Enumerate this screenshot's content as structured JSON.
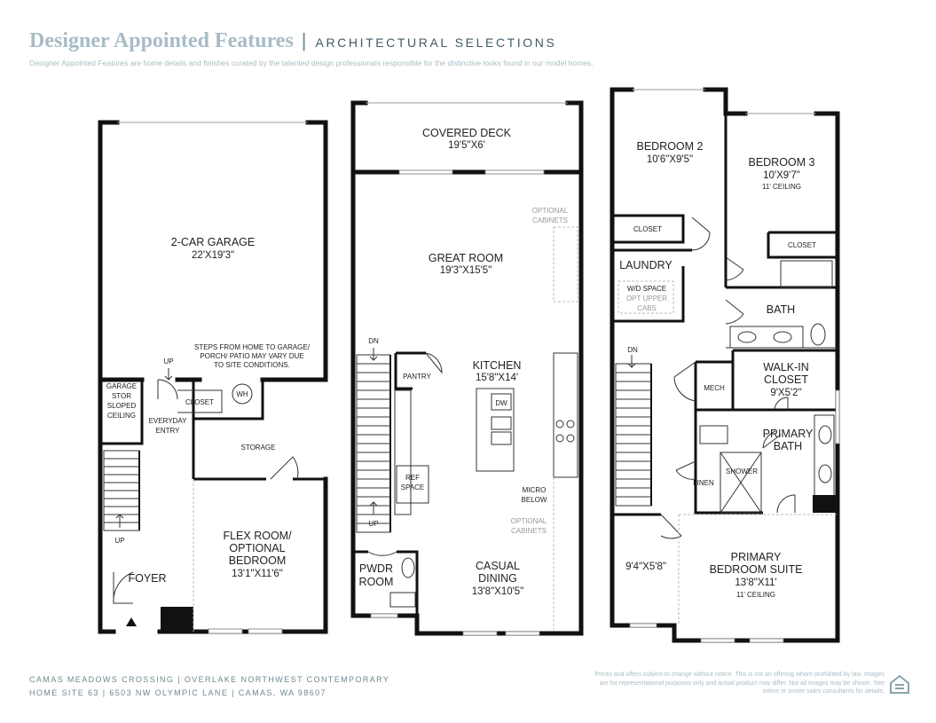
{
  "header": {
    "brand": "Designer Appointed Features",
    "divider": "|",
    "section": "ARCHITECTURAL SELECTIONS",
    "subtitle": "Designer Appointed Features are home details and finishes curated by the talented design professionals responsible for the distinctive looks found in our model homes."
  },
  "floor1": {
    "garage_name": "2-CAR GARAGE",
    "garage_dim": "22'X19'3\"",
    "steps_note": [
      "STEPS FROM HOME TO GARAGE/",
      "PORCH/ PATIO MAY VARY DUE",
      "TO SITE CONDITIONS."
    ],
    "garage_stor": [
      "GARAGE",
      "STOR",
      "SLOPED",
      "CEILING"
    ],
    "up_top": "UP",
    "closet": "CLOSET",
    "wh": "WH",
    "everyday_entry": [
      "EVERYDAY",
      "ENTRY"
    ],
    "storage": "STORAGE",
    "up_stairs": "UP",
    "flex_name": [
      "FLEX ROOM/",
      "OPTIONAL",
      "BEDROOM"
    ],
    "flex_dim": "13'1\"X11'6\"",
    "foyer": "FOYER"
  },
  "floor2": {
    "deck_name": "COVERED DECK",
    "deck_dim": "19'5\"X6'",
    "optional_cabinets_top": [
      "OPTIONAL",
      "CABINETS"
    ],
    "great_name": "GREAT ROOM",
    "great_dim": "19'3\"X15'5\"",
    "dn": "DN",
    "pantry": "PANTRY",
    "kitchen_name": "KITCHEN",
    "kitchen_dim": "15'8\"X14'",
    "dw": "DW",
    "ref_space": [
      "REF",
      "SPACE"
    ],
    "micro_below": [
      "MICRO",
      "BELOW"
    ],
    "optional_cabinets_bottom": [
      "OPTIONAL",
      "CABINETS"
    ],
    "up": "UP",
    "pwdr": [
      "PWDR",
      "ROOM"
    ],
    "casual_name": [
      "CASUAL",
      "DINING"
    ],
    "casual_dim": "13'8\"X10'5\""
  },
  "floor3": {
    "bed2_name": "BEDROOM 2",
    "bed2_dim": "10'6\"X9'5\"",
    "bed3_name": "BEDROOM 3",
    "bed3_dim": "10'X9'7\"",
    "bed3_note": "11' CEILING",
    "closet_left": "CLOSET",
    "closet_right": "CLOSET",
    "laundry": "LAUNDRY",
    "wd_space": [
      "W/D SPACE",
      "OPT UPPER",
      "CABS"
    ],
    "bath": "BATH",
    "dn": "DN",
    "mech": "MECH",
    "walkin": [
      "WALK-IN",
      "CLOSET"
    ],
    "walkin_dim": "9'X5'2\"",
    "primary_bath": [
      "PRIMARY",
      "BATH"
    ],
    "shower": "SHOWER",
    "linen": "LINEN",
    "nook_dim": "9'4\"X5'8\"",
    "suite_name": [
      "PRIMARY",
      "BEDROOM SUITE"
    ],
    "suite_dim": "13'8\"X11'",
    "suite_note": "11' CEILING"
  },
  "footer": {
    "line1": "CAMAS MEADOWS CROSSING  |  OVERLAKE NORTHWEST CONTEMPORARY",
    "line2": "HOME SITE 63  |  6503 NW OLYMPIC LANE  |  CAMAS, WA 98607",
    "disclaimer": "Prices and offers subject to change without notice. This is not an offering where prohibited by law. Images are for representational purposes only and actual product may differ. Not all images may be shown. See online or onsite sales consultants for details."
  },
  "colors": {
    "brand": "#a7bcc5",
    "section": "#3f5a67",
    "wall": "#111111"
  },
  "icons": {
    "equal_housing": "equal-housing-icon",
    "entry_arrow": "entry-arrow-icon"
  }
}
